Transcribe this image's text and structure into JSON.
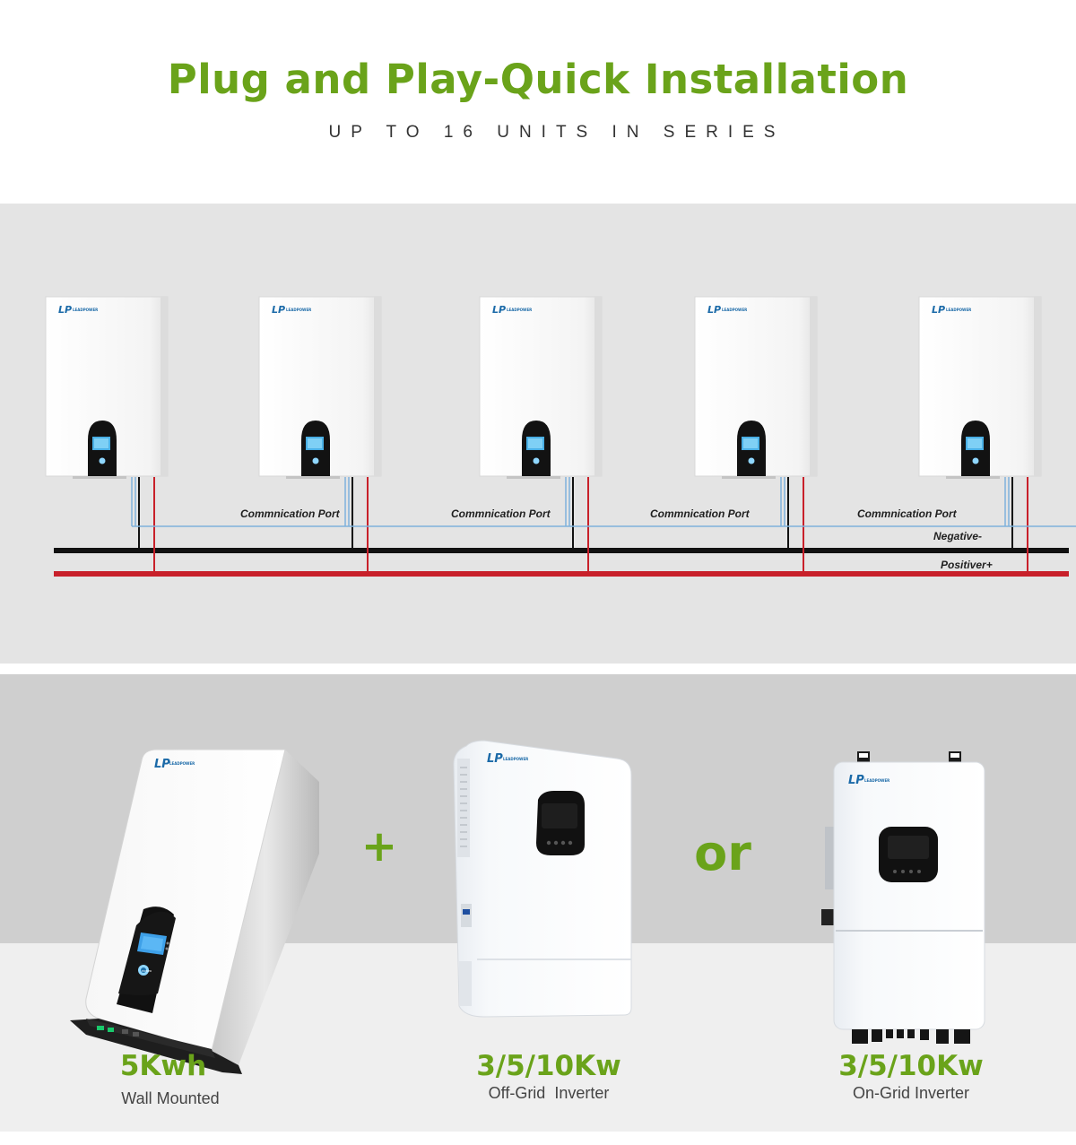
{
  "header": {
    "title": "Plug and Play-Quick Installation",
    "subtitle": "UP TO 16 UNITS IN SERIES"
  },
  "diagram": {
    "brand_text": "LEADPOWER",
    "port_labels": [
      "Commnication Port",
      "Commnication Port",
      "Commnication Port",
      "Commnication Port"
    ],
    "negative_label": "Negative-",
    "positive_label": "Positiver+",
    "colors": {
      "negative": "#111111",
      "positive": "#c8202a",
      "communication": "#7fb2dc"
    }
  },
  "products": {
    "plus_sign": "+",
    "or_word": "or",
    "battery": {
      "brand": "LEADPOWER",
      "power_label": "POWER",
      "title": "5Kwh",
      "subtitle": "Wall Mounted"
    },
    "offgrid": {
      "brand": "LEADPOWER",
      "title": "3/5/10Kw",
      "subtitle": "Off-Grid  Inverter"
    },
    "ongrid": {
      "brand": "LEADPOWER",
      "title": "3/5/10Kw",
      "subtitle": "On-Grid Inverter"
    }
  },
  "colors": {
    "accent_green": "#6aa31a",
    "brand_blue": "#1b6aa8"
  }
}
